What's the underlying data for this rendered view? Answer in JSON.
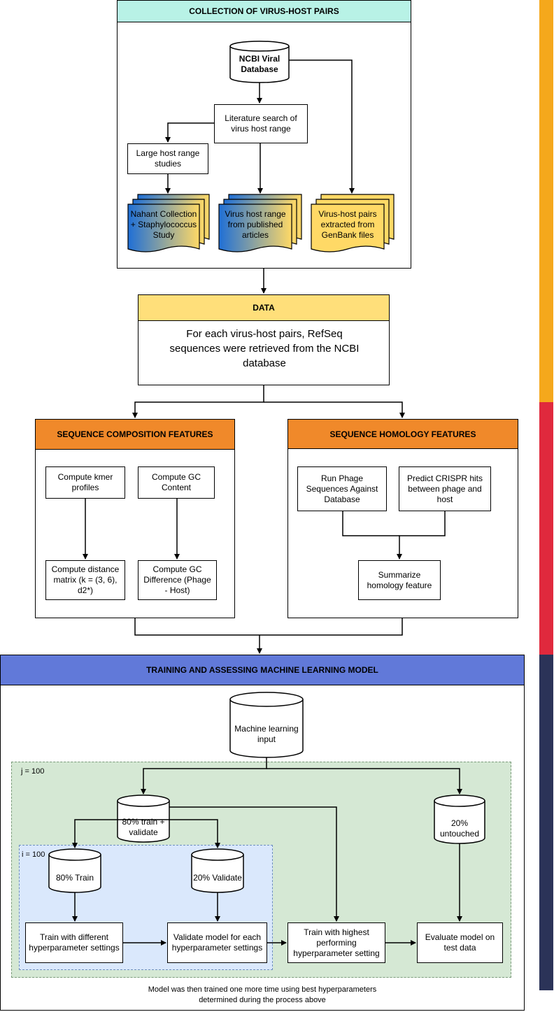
{
  "collection": {
    "header": "COLLECTION OF VIRUS-HOST PAIRS",
    "ncbi_db": "NCBI Viral Database",
    "literature_search": "Literature search of virus host range",
    "large_host_range": "Large host range studies",
    "nahant": "Nahant Collection + Staphylococcus Study",
    "virus_host_range": "Virus host range from published articles",
    "virus_host_pairs": "Virus-host pairs extracted from GenBank files"
  },
  "data": {
    "header": "DATA",
    "body": "For each virus-host pairs, RefSeq sequences were retrieved from the NCBI database"
  },
  "composition": {
    "header": "SEQUENCE COMPOSITION FEATURES",
    "kmer": "Compute kmer profiles",
    "gc": "Compute GC Content",
    "distance": "Compute distance matrix (k = (3, 6), d2*)",
    "gc_diff": "Compute GC Difference (Phage - Host)"
  },
  "homology": {
    "header": "SEQUENCE HOMOLOGY FEATURES",
    "run_phage": "Run Phage Sequences Against Database",
    "crispr": "Predict CRISPR hits between phage and host",
    "summarize": "Summarize homology feature"
  },
  "training": {
    "header": "TRAINING AND ASSESSING MACHINE LEARNING MODEL",
    "ml_input": "Machine learning input",
    "j_label": "j = 100",
    "i_label": "i = 100",
    "train_validate": "80% train + validate",
    "untouched": "20% untouched",
    "train80": "80% Train",
    "validate20": "20% Validate",
    "train_hyper": "Train with different hyperparameter settings",
    "validate_model": "Validate model for each hyperparameter settings",
    "train_best": "Train with highest performing hyperparameter setting",
    "evaluate": "Evaluate model on test data",
    "footer": "Model was then trained one more time using best hyperparameters determined during the process above"
  },
  "colors": {
    "collection_header": "#b8f2e6",
    "data_header": "#ffdf7a",
    "feature_header": "#f0892a",
    "training_header": "#6179d9",
    "outer_region": "#d5e8d4",
    "inner_region": "#dae8fc",
    "doc_gold": "#ffd966",
    "doc_blue": "#1f6fd6",
    "side_orange": "#f5a81c",
    "side_red": "#e0293d",
    "side_navy": "#2b3358"
  }
}
